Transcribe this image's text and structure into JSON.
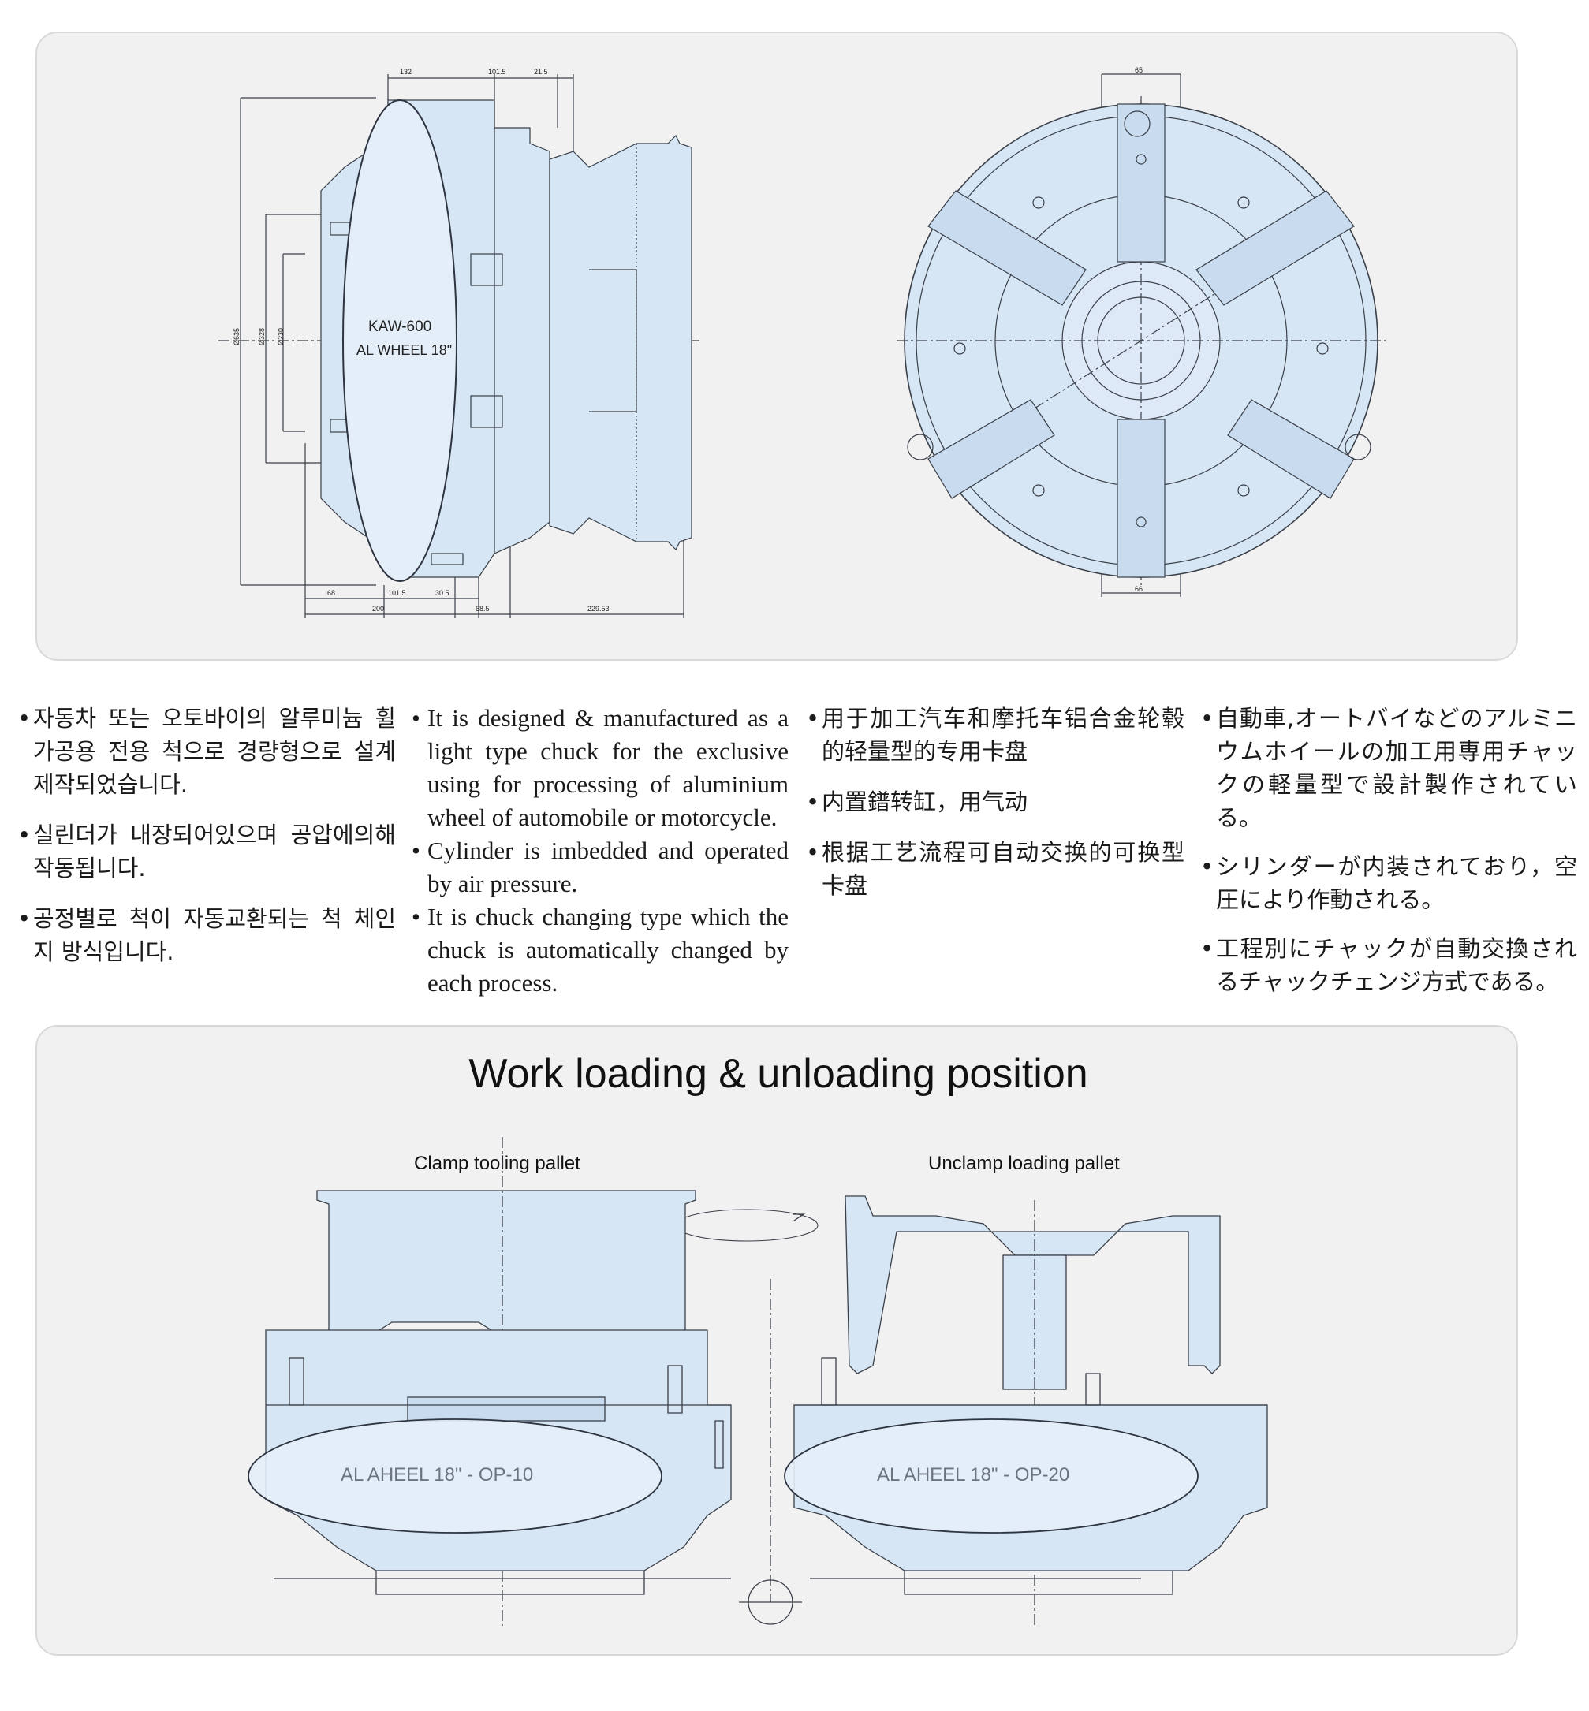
{
  "top_drawing": {
    "side_view": {
      "model_label": "KAW-600",
      "wheel_label": "AL WHEEL 18\"",
      "dims_top": [
        "132",
        "101.5",
        "21.5"
      ],
      "dims_bottom_row1": [
        "68",
        "101.5",
        "30.5"
      ],
      "dims_bottom_row2": [
        "200",
        "68.5",
        "229.53"
      ],
      "dims_left": [
        "Ø635",
        "Ø328",
        "Ø230"
      ]
    },
    "front_view": {
      "dim_top": "65",
      "dim_bottom": "66"
    }
  },
  "descriptions": {
    "korean": [
      "자동차 또는 오토바이의 알루미늄 휠 가공용 전용 척으로 경량형으로 설계 제작되었습니다.",
      "실린더가 내장되어있으며 공압에의해 작동됩니다.",
      "공정별로 척이 자동교환되는 척 체인지 방식입니다."
    ],
    "english": [
      "It is designed & manufactured as a light type chuck for the exclusive using for processing of aluminium wheel of automobile or motorcycle.",
      "Cylinder is imbedded and operated by air pressure.",
      "It is chuck changing type which the chuck is automatically changed by each process."
    ],
    "chinese": [
      "用于加工汽车和摩托车铝合金轮毂的轻量型的专用卡盘",
      "内置鐠转缸，用气动",
      "根据工艺流程可自动交换的可换型卡盘"
    ],
    "japanese": [
      "自動車,オートバイなどのアルミニウムホイールの加工用専用チャックの軽量型で設計製作されてい る。",
      "シリンダーが内装されており，空圧により作動される。",
      "工程別にチャックが自動交換されるチャックチェンジ方式である。"
    ]
  },
  "bottom_drawing": {
    "title": "Work loading & unloading position",
    "left_caption": "Clamp tooling pallet",
    "right_caption": "Unclamp loading pallet",
    "left_label": "AL AHEEL 18\" - OP-10",
    "right_label": "AL AHEEL 18\" - OP-20"
  },
  "colors": {
    "panel_bg": "#f1f1f1",
    "drawing_fill": "#d6e6f5",
    "ellipse_fill": "#e4eef8",
    "line": "#3a3f48"
  }
}
